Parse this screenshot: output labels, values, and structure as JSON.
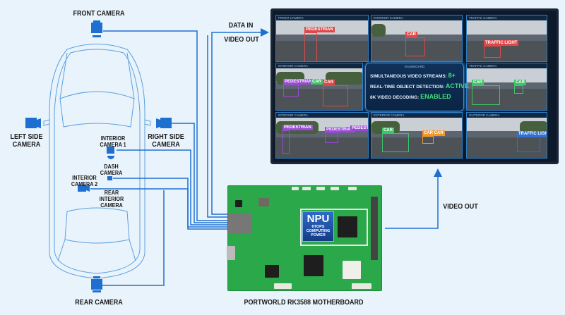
{
  "labels": {
    "front_camera": "FRONT CAMERA",
    "left_side_camera": "LEFT SIDE CAMERA",
    "right_side_camera": "RIGHT SIDE CAMERA",
    "interior_camera_1": "INTERIOR CAMERA 1",
    "dash_camera": "DASH CAMERA",
    "interior_camera_2": "INTERIOR CAMERA 2",
    "rear_interior_camera": "REAR INTERIOR CAMERA",
    "rear_camera": "REAR CAMERA",
    "data_in": "DATA IN",
    "video_out_top": "VIDEO OUT",
    "video_out_right": "VIDEO OUT",
    "board_name": "PORTWORLD RK3588 MOTHERBOARD"
  },
  "npu": {
    "title": "NPU",
    "line1": "6TOPS",
    "line2": "COMPUTING",
    "line3": "POWER"
  },
  "dashboard": {
    "title": "DASHBOARD",
    "rows": [
      {
        "label": "SIMULTANEOUS VIDEO STREAMS:",
        "value": "8+"
      },
      {
        "label": "REAL-TIME OBJECT DETECTION:",
        "value": "ACTIVE"
      },
      {
        "label": "8K VIDEO DECODING:",
        "value": "ENABLED"
      }
    ]
  },
  "panels": [
    {
      "title": "FRONT CAMERA",
      "tags": [
        "PEDESTRIAN"
      ]
    },
    {
      "title": "INTERIOR CAMERA",
      "tags": [
        "CAR"
      ]
    },
    {
      "title": "TRAFFIC CAMERA",
      "tags": [
        "TRAFFIC LIGHT"
      ]
    },
    {
      "title": "INTERIOR CAMERA",
      "tags": [
        "PEDESTRIAN",
        "CAR",
        "CAR"
      ]
    },
    {
      "title": "TRAFFIC CAMERA",
      "tags": [
        "CAR",
        "CAR"
      ]
    },
    {
      "title": "INTERIOR CAMERA",
      "tags": [
        "PEDESTRIAN",
        "PEDESTRIAN",
        "PEDESTRIAN"
      ]
    },
    {
      "title": "EXTERIOR CAMERA",
      "tags": [
        "CAR",
        "CAR CAR"
      ]
    },
    {
      "title": "OUTDOOR CAMERA",
      "tags": [
        "TRAFFIC LIGHT"
      ]
    }
  ],
  "colors": {
    "wire": "#1f6fd0",
    "camera": "#1f6fd0",
    "tag_red": "#e04848",
    "tag_green": "#3ec46a",
    "tag_purple": "#9a4ad6",
    "tag_orange": "#f0962a",
    "tag_blue": "#2f6fd6",
    "active": "#3ee27a"
  }
}
